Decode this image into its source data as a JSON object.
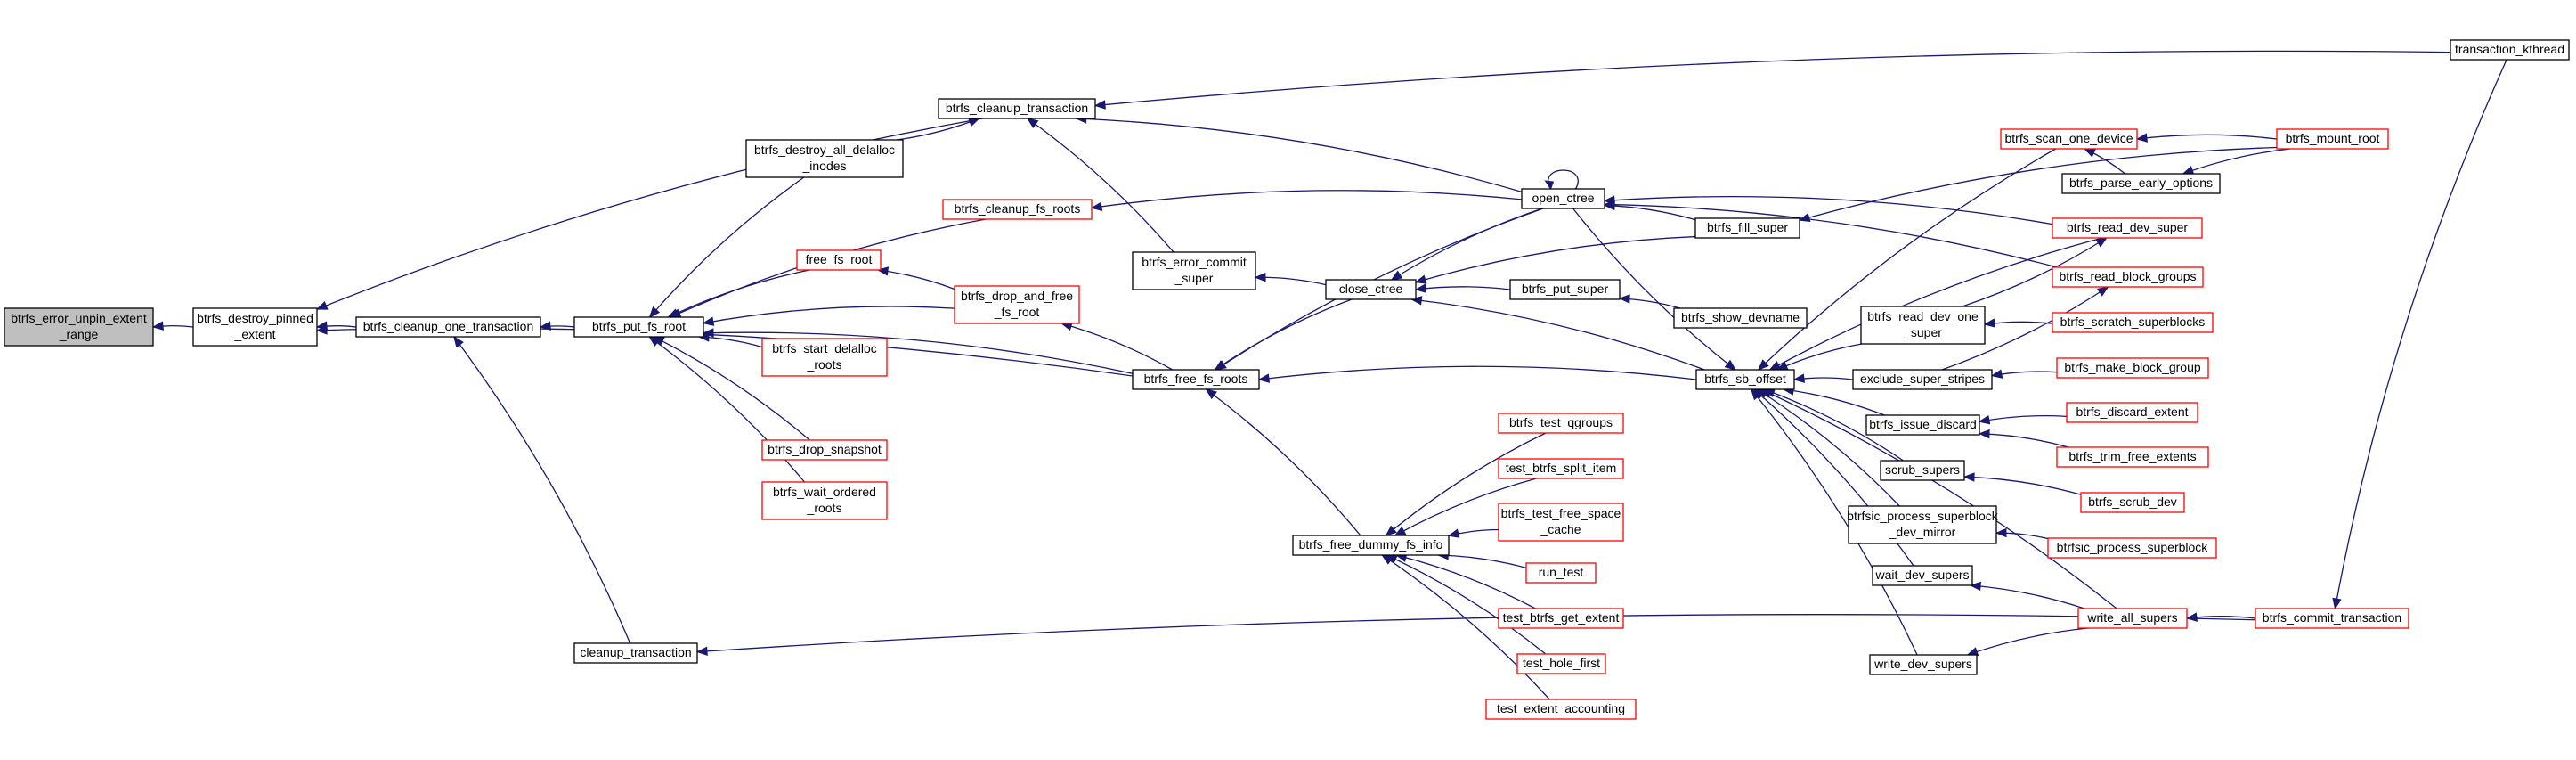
{
  "colors": {
    "edge": "#191970",
    "border_normal": "#000000",
    "border_truncated": "#ff0000",
    "root_fill": "#bfbfbf",
    "background": "#ffffff"
  },
  "nodes": [
    {
      "id": "btrfs_error_unpin_extent_range",
      "lines": [
        "btrfs_error_unpin_extent",
        "_range"
      ],
      "style": "root"
    },
    {
      "id": "btrfs_destroy_pinned_extent",
      "lines": [
        "btrfs_destroy_pinned",
        "_extent"
      ],
      "style": "black"
    },
    {
      "id": "btrfs_cleanup_one_transaction",
      "lines": [
        "btrfs_cleanup_one_transaction"
      ],
      "style": "black"
    },
    {
      "id": "btrfs_cleanup_transaction",
      "lines": [
        "btrfs_cleanup_transaction"
      ],
      "style": "black"
    },
    {
      "id": "cleanup_transaction",
      "lines": [
        "cleanup_transaction"
      ],
      "style": "black"
    },
    {
      "id": "btrfs_put_fs_root",
      "lines": [
        "btrfs_put_fs_root"
      ],
      "style": "black"
    },
    {
      "id": "btrfs_destroy_all_delalloc_inodes",
      "lines": [
        "btrfs_destroy_all_delalloc",
        "_inodes"
      ],
      "style": "black"
    },
    {
      "id": "btrfs_cleanup_fs_roots",
      "lines": [
        "btrfs_cleanup_fs_roots"
      ],
      "style": "red"
    },
    {
      "id": "free_fs_root",
      "lines": [
        "free_fs_root"
      ],
      "style": "red"
    },
    {
      "id": "btrfs_drop_and_free_fs_root",
      "lines": [
        "btrfs_drop_and_free",
        "_fs_root"
      ],
      "style": "red"
    },
    {
      "id": "btrfs_start_delalloc_roots",
      "lines": [
        "btrfs_start_delalloc",
        "_roots"
      ],
      "style": "red"
    },
    {
      "id": "btrfs_drop_snapshot",
      "lines": [
        "btrfs_drop_snapshot"
      ],
      "style": "red"
    },
    {
      "id": "btrfs_wait_ordered_roots",
      "lines": [
        "btrfs_wait_ordered",
        "_roots"
      ],
      "style": "red"
    },
    {
      "id": "btrfs_error_commit_super",
      "lines": [
        "btrfs_error_commit",
        "_super"
      ],
      "style": "black"
    },
    {
      "id": "btrfs_free_fs_roots",
      "lines": [
        "btrfs_free_fs_roots"
      ],
      "style": "black"
    },
    {
      "id": "btrfs_free_dummy_fs_info",
      "lines": [
        "btrfs_free_dummy_fs_info"
      ],
      "style": "black"
    },
    {
      "id": "close_ctree",
      "lines": [
        "close_ctree"
      ],
      "style": "black"
    },
    {
      "id": "open_ctree",
      "lines": [
        "open_ctree"
      ],
      "style": "black"
    },
    {
      "id": "btrfs_test_qgroups",
      "lines": [
        "btrfs_test_qgroups"
      ],
      "style": "red"
    },
    {
      "id": "test_btrfs_split_item",
      "lines": [
        "test_btrfs_split_item"
      ],
      "style": "red"
    },
    {
      "id": "btrfs_test_free_space_cache",
      "lines": [
        "btrfs_test_free_space",
        "_cache"
      ],
      "style": "red"
    },
    {
      "id": "run_test",
      "lines": [
        "run_test"
      ],
      "style": "red"
    },
    {
      "id": "test_btrfs_get_extent",
      "lines": [
        "test_btrfs_get_extent"
      ],
      "style": "red"
    },
    {
      "id": "test_hole_first",
      "lines": [
        "test_hole_first"
      ],
      "style": "red"
    },
    {
      "id": "test_extent_accounting",
      "lines": [
        "test_extent_accounting"
      ],
      "style": "red"
    },
    {
      "id": "btrfs_fill_super",
      "lines": [
        "btrfs_fill_super"
      ],
      "style": "black"
    },
    {
      "id": "btrfs_put_super",
      "lines": [
        "btrfs_put_super"
      ],
      "style": "black"
    },
    {
      "id": "btrfs_show_devname",
      "lines": [
        "btrfs_show_devname"
      ],
      "style": "black"
    },
    {
      "id": "btrfs_sb_offset",
      "lines": [
        "btrfs_sb_offset"
      ],
      "style": "black"
    },
    {
      "id": "btrfs_scan_one_device",
      "lines": [
        "btrfs_scan_one_device"
      ],
      "style": "red"
    },
    {
      "id": "btrfs_parse_early_options",
      "lines": [
        "btrfs_parse_early_options"
      ],
      "style": "black"
    },
    {
      "id": "btrfs_mount_root",
      "lines": [
        "btrfs_mount_root"
      ],
      "style": "red"
    },
    {
      "id": "btrfs_read_dev_super",
      "lines": [
        "btrfs_read_dev_super"
      ],
      "style": "red"
    },
    {
      "id": "btrfs_read_block_groups",
      "lines": [
        "btrfs_read_block_groups"
      ],
      "style": "red"
    },
    {
      "id": "btrfs_read_dev_one_super",
      "lines": [
        "btrfs_read_dev_one",
        "_super"
      ],
      "style": "black"
    },
    {
      "id": "btrfs_scratch_superblocks",
      "lines": [
        "btrfs_scratch_superblocks"
      ],
      "style": "red"
    },
    {
      "id": "exclude_super_stripes",
      "lines": [
        "exclude_super_stripes"
      ],
      "style": "black"
    },
    {
      "id": "btrfs_make_block_group",
      "lines": [
        "btrfs_make_block_group"
      ],
      "style": "red"
    },
    {
      "id": "btrfs_issue_discard",
      "lines": [
        "btrfs_issue_discard"
      ],
      "style": "black"
    },
    {
      "id": "btrfs_discard_extent",
      "lines": [
        "btrfs_discard_extent"
      ],
      "style": "red"
    },
    {
      "id": "btrfs_trim_free_extents",
      "lines": [
        "btrfs_trim_free_extents"
      ],
      "style": "red"
    },
    {
      "id": "scrub_supers",
      "lines": [
        "scrub_supers"
      ],
      "style": "black"
    },
    {
      "id": "btrfs_scrub_dev",
      "lines": [
        "btrfs_scrub_dev"
      ],
      "style": "red"
    },
    {
      "id": "btrfsic_process_superblock_dev_mirror",
      "lines": [
        "btrfsic_process_superblock",
        "_dev_mirror"
      ],
      "style": "black"
    },
    {
      "id": "btrfsic_process_superblock",
      "lines": [
        "btrfsic_process_superblock"
      ],
      "style": "red"
    },
    {
      "id": "wait_dev_supers",
      "lines": [
        "wait_dev_supers"
      ],
      "style": "black"
    },
    {
      "id": "write_dev_supers",
      "lines": [
        "write_dev_supers"
      ],
      "style": "black"
    },
    {
      "id": "write_all_supers",
      "lines": [
        "write_all_supers"
      ],
      "style": "red"
    },
    {
      "id": "btrfs_commit_transaction",
      "lines": [
        "btrfs_commit_transaction"
      ],
      "style": "red"
    },
    {
      "id": "transaction_kthread",
      "lines": [
        "transaction_kthread"
      ],
      "style": "black"
    }
  ],
  "edges": [
    {
      "from": "btrfs_destroy_pinned_extent",
      "to": "btrfs_error_unpin_extent_range"
    },
    {
      "from": "btrfs_cleanup_one_transaction",
      "to": "btrfs_destroy_pinned_extent"
    },
    {
      "from": "btrfs_cleanup_transaction",
      "to": "btrfs_destroy_pinned_extent"
    },
    {
      "from": "btrfs_free_fs_roots",
      "to": "btrfs_destroy_pinned_extent"
    },
    {
      "from": "btrfs_put_fs_root",
      "to": "btrfs_cleanup_one_transaction"
    },
    {
      "from": "cleanup_transaction",
      "to": "btrfs_cleanup_one_transaction"
    },
    {
      "from": "btrfs_destroy_all_delalloc_inodes",
      "to": "btrfs_cleanup_transaction"
    },
    {
      "from": "btrfs_error_commit_super",
      "to": "btrfs_cleanup_transaction"
    },
    {
      "from": "open_ctree",
      "to": "btrfs_cleanup_transaction"
    },
    {
      "from": "transaction_kthread",
      "to": "btrfs_cleanup_transaction"
    },
    {
      "from": "btrfs_commit_transaction",
      "to": "cleanup_transaction"
    },
    {
      "from": "btrfs_destroy_all_delalloc_inodes",
      "to": "btrfs_put_fs_root"
    },
    {
      "from": "btrfs_cleanup_fs_roots",
      "to": "btrfs_put_fs_root"
    },
    {
      "from": "free_fs_root",
      "to": "btrfs_put_fs_root"
    },
    {
      "from": "btrfs_drop_and_free_fs_root",
      "to": "btrfs_put_fs_root"
    },
    {
      "from": "btrfs_start_delalloc_roots",
      "to": "btrfs_put_fs_root"
    },
    {
      "from": "btrfs_drop_snapshot",
      "to": "btrfs_put_fs_root"
    },
    {
      "from": "btrfs_wait_ordered_roots",
      "to": "btrfs_put_fs_root"
    },
    {
      "from": "btrfs_free_fs_roots",
      "to": "btrfs_put_fs_root"
    },
    {
      "from": "open_ctree",
      "to": "btrfs_cleanup_fs_roots"
    },
    {
      "from": "btrfs_drop_and_free_fs_root",
      "to": "free_fs_root"
    },
    {
      "from": "btrfs_free_fs_roots",
      "to": "btrfs_drop_and_free_fs_root"
    },
    {
      "from": "close_ctree",
      "to": "btrfs_error_commit_super"
    },
    {
      "from": "open_ctree",
      "to": "btrfs_free_fs_roots"
    },
    {
      "from": "close_ctree",
      "to": "btrfs_free_fs_roots"
    },
    {
      "from": "btrfs_sb_offset",
      "to": "btrfs_free_fs_roots"
    },
    {
      "from": "btrfs_free_dummy_fs_info",
      "to": "btrfs_free_fs_roots"
    },
    {
      "from": "btrfs_test_qgroups",
      "to": "btrfs_free_dummy_fs_info"
    },
    {
      "from": "test_btrfs_split_item",
      "to": "btrfs_free_dummy_fs_info"
    },
    {
      "from": "btrfs_test_free_space_cache",
      "to": "btrfs_free_dummy_fs_info"
    },
    {
      "from": "run_test",
      "to": "btrfs_free_dummy_fs_info"
    },
    {
      "from": "test_btrfs_get_extent",
      "to": "btrfs_free_dummy_fs_info"
    },
    {
      "from": "test_hole_first",
      "to": "btrfs_free_dummy_fs_info"
    },
    {
      "from": "test_extent_accounting",
      "to": "btrfs_free_dummy_fs_info"
    },
    {
      "from": "open_ctree",
      "to": "close_ctree"
    },
    {
      "from": "btrfs_fill_super",
      "to": "close_ctree"
    },
    {
      "from": "btrfs_put_super",
      "to": "close_ctree"
    },
    {
      "from": "btrfs_sb_offset",
      "to": "close_ctree"
    },
    {
      "from": "open_ctree",
      "to": "open_ctree"
    },
    {
      "from": "btrfs_fill_super",
      "to": "open_ctree"
    },
    {
      "from": "btrfs_read_dev_super",
      "to": "open_ctree"
    },
    {
      "from": "btrfs_read_block_groups",
      "to": "open_ctree"
    },
    {
      "from": "btrfs_mount_root",
      "to": "btrfs_fill_super"
    },
    {
      "from": "btrfs_show_devname",
      "to": "btrfs_put_super"
    },
    {
      "from": "open_ctree",
      "to": "btrfs_sb_offset"
    },
    {
      "from": "btrfs_scan_one_device",
      "to": "btrfs_sb_offset"
    },
    {
      "from": "btrfs_read_dev_super",
      "to": "btrfs_sb_offset"
    },
    {
      "from": "btrfs_read_dev_one_super",
      "to": "btrfs_sb_offset"
    },
    {
      "from": "exclude_super_stripes",
      "to": "btrfs_sb_offset"
    },
    {
      "from": "btrfs_issue_discard",
      "to": "btrfs_sb_offset"
    },
    {
      "from": "scrub_supers",
      "to": "btrfs_sb_offset"
    },
    {
      "from": "btrfsic_process_superblock_dev_mirror",
      "to": "btrfs_sb_offset"
    },
    {
      "from": "wait_dev_supers",
      "to": "btrfs_sb_offset"
    },
    {
      "from": "write_dev_supers",
      "to": "btrfs_sb_offset"
    },
    {
      "from": "write_all_supers",
      "to": "btrfs_sb_offset"
    },
    {
      "from": "btrfs_parse_early_options",
      "to": "btrfs_scan_one_device"
    },
    {
      "from": "btrfs_mount_root",
      "to": "btrfs_scan_one_device"
    },
    {
      "from": "btrfs_mount_root",
      "to": "btrfs_parse_early_options"
    },
    {
      "from": "btrfs_read_dev_one_super",
      "to": "btrfs_read_dev_super"
    },
    {
      "from": "exclude_super_stripes",
      "to": "btrfs_read_block_groups"
    },
    {
      "from": "btrfs_scratch_superblocks",
      "to": "btrfs_read_dev_one_super"
    },
    {
      "from": "btrfs_make_block_group",
      "to": "exclude_super_stripes"
    },
    {
      "from": "btrfs_discard_extent",
      "to": "btrfs_issue_discard"
    },
    {
      "from": "btrfs_trim_free_extents",
      "to": "btrfs_issue_discard"
    },
    {
      "from": "btrfs_scrub_dev",
      "to": "scrub_supers"
    },
    {
      "from": "btrfsic_process_superblock",
      "to": "btrfsic_process_superblock_dev_mirror"
    },
    {
      "from": "write_all_supers",
      "to": "wait_dev_supers"
    },
    {
      "from": "write_all_supers",
      "to": "write_dev_supers"
    },
    {
      "from": "btrfs_commit_transaction",
      "to": "write_all_supers"
    },
    {
      "from": "transaction_kthread",
      "to": "btrfs_commit_transaction"
    }
  ]
}
